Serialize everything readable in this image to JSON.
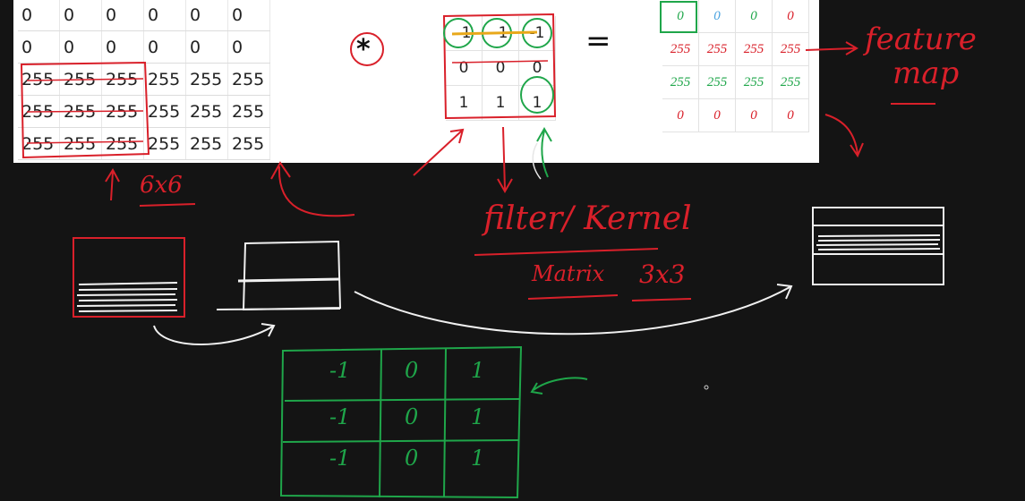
{
  "input_matrix": {
    "rows": [
      [
        "0",
        "0",
        "0",
        "0",
        "0",
        "0"
      ],
      [
        "0",
        "0",
        "0",
        "0",
        "0",
        "0"
      ],
      [
        "255",
        "255",
        "255",
        "255",
        "255",
        "255"
      ],
      [
        "255",
        "255",
        "255",
        "255",
        "255",
        "255"
      ],
      [
        "255",
        "255",
        "255",
        "255",
        "255",
        "255"
      ]
    ]
  },
  "operator_symbol": "*",
  "equals_symbol": "=",
  "kernel_matrix": {
    "rows": [
      [
        "-1",
        "-1",
        "-1"
      ],
      [
        "0",
        "0",
        "0"
      ],
      [
        "1",
        "1",
        "1"
      ]
    ]
  },
  "feature_map_matrix": {
    "rows": [
      [
        "0",
        "0",
        "0",
        "0"
      ],
      [
        "255",
        "255",
        "255",
        "255"
      ],
      [
        "255",
        "255",
        "255",
        "255"
      ],
      [
        "0",
        "0",
        "0",
        "0"
      ]
    ]
  },
  "annotations": {
    "size_label": "6x6",
    "feature_map_label_1": "feature",
    "feature_map_label_2": "map",
    "filter_label": "filter/ Kernel",
    "matrix_label": "Matrix",
    "matrix_size": "3x3"
  },
  "green_kernel": {
    "rows": [
      [
        "-1",
        "0",
        "1"
      ],
      [
        "-1",
        "0",
        "1"
      ],
      [
        "-1",
        "0",
        "1"
      ]
    ]
  },
  "colors": {
    "annotation_red": "#d9202a",
    "annotation_green": "#1fa64a",
    "ink_blue": "#4aa3e0",
    "background": "#141414",
    "panel": "#ffffff"
  }
}
